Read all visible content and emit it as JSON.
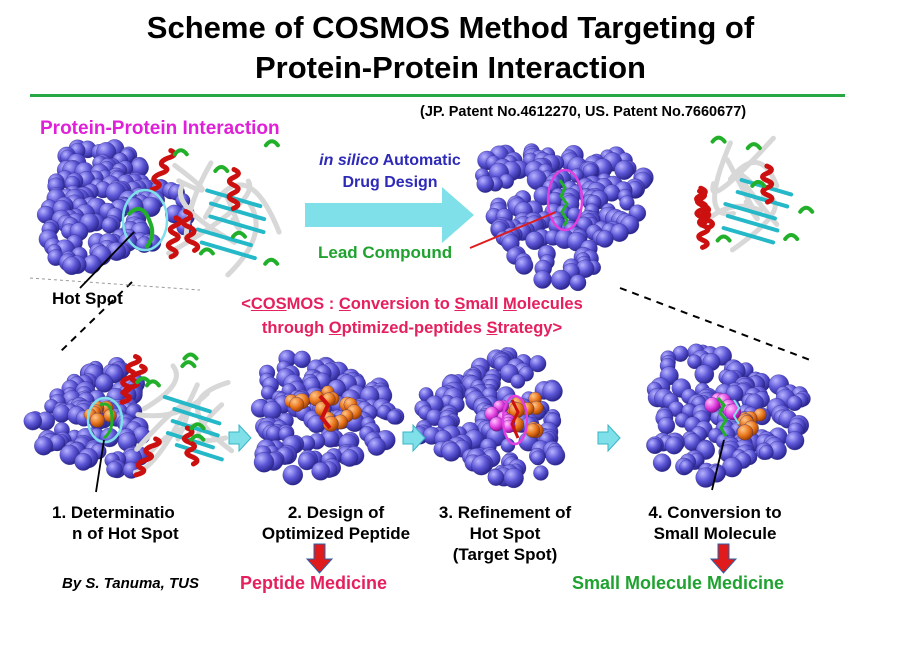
{
  "title": {
    "line1": "Scheme of COSMOS Method Targeting of",
    "line2": "Protein-Protein Interaction"
  },
  "patent": "(JP. Patent No.4612270, US. Patent No.7660677)",
  "ppi_label": "Protein-Protein Interaction",
  "insilico": {
    "italic": "in silico",
    "rest": " Automatic",
    "line2": "Drug Design"
  },
  "lead_label": "Lead Compound",
  "hotspot_label": "Hot Spot",
  "cosmos": {
    "open": "<",
    "c1": "COS",
    "c2": "MOS",
    "c3": " : ",
    "c4": "C",
    "c5": "onversion to ",
    "c6": "S",
    "c7": "mall ",
    "c8": "M",
    "c9": "olecules",
    "l2a": "through ",
    "l2b": "O",
    "l2c": "ptimized-peptides ",
    "l2d": "S",
    "l2e": "trategy>"
  },
  "steps": [
    {
      "line1": "1.  Determinatio",
      "line2": "n of Hot Spot"
    },
    {
      "line1": "2. Design of",
      "line2": "Optimized Peptide"
    },
    {
      "line1": "3. Refinement of",
      "line2": "Hot Spot",
      "line3": "(Target Spot)"
    },
    {
      "line1": "4. Conversion to",
      "line2": "Small Molecule"
    }
  ],
  "byline": "By S. Tanuma, TUS",
  "peptide_medicine": "Peptide Medicine",
  "small_molecule_medicine": "Small Molecule Medicine",
  "colors": {
    "protein_blue": "#5b55d6",
    "helix_red": "#cc1010",
    "strand_cyan": "#25b8c8",
    "loop_green": "#22b02a",
    "hotspot_orange": "#e8731a",
    "target_magenta": "#e040e0",
    "arrow_cyan": "#7fe0ea",
    "down_arrow_red": "#e01b1b"
  }
}
